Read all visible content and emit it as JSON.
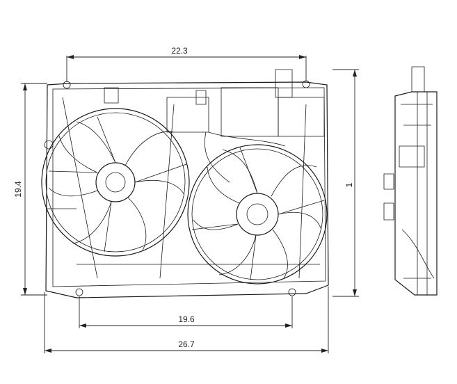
{
  "dimensions": {
    "top_mount_width": "22.3",
    "overall_height": "19.4",
    "bottom_mount_width": "19.6",
    "overall_width": "26.7",
    "side_height_label": "1"
  },
  "colors": {
    "line": "#1a1a1a",
    "background": "#ffffff"
  }
}
